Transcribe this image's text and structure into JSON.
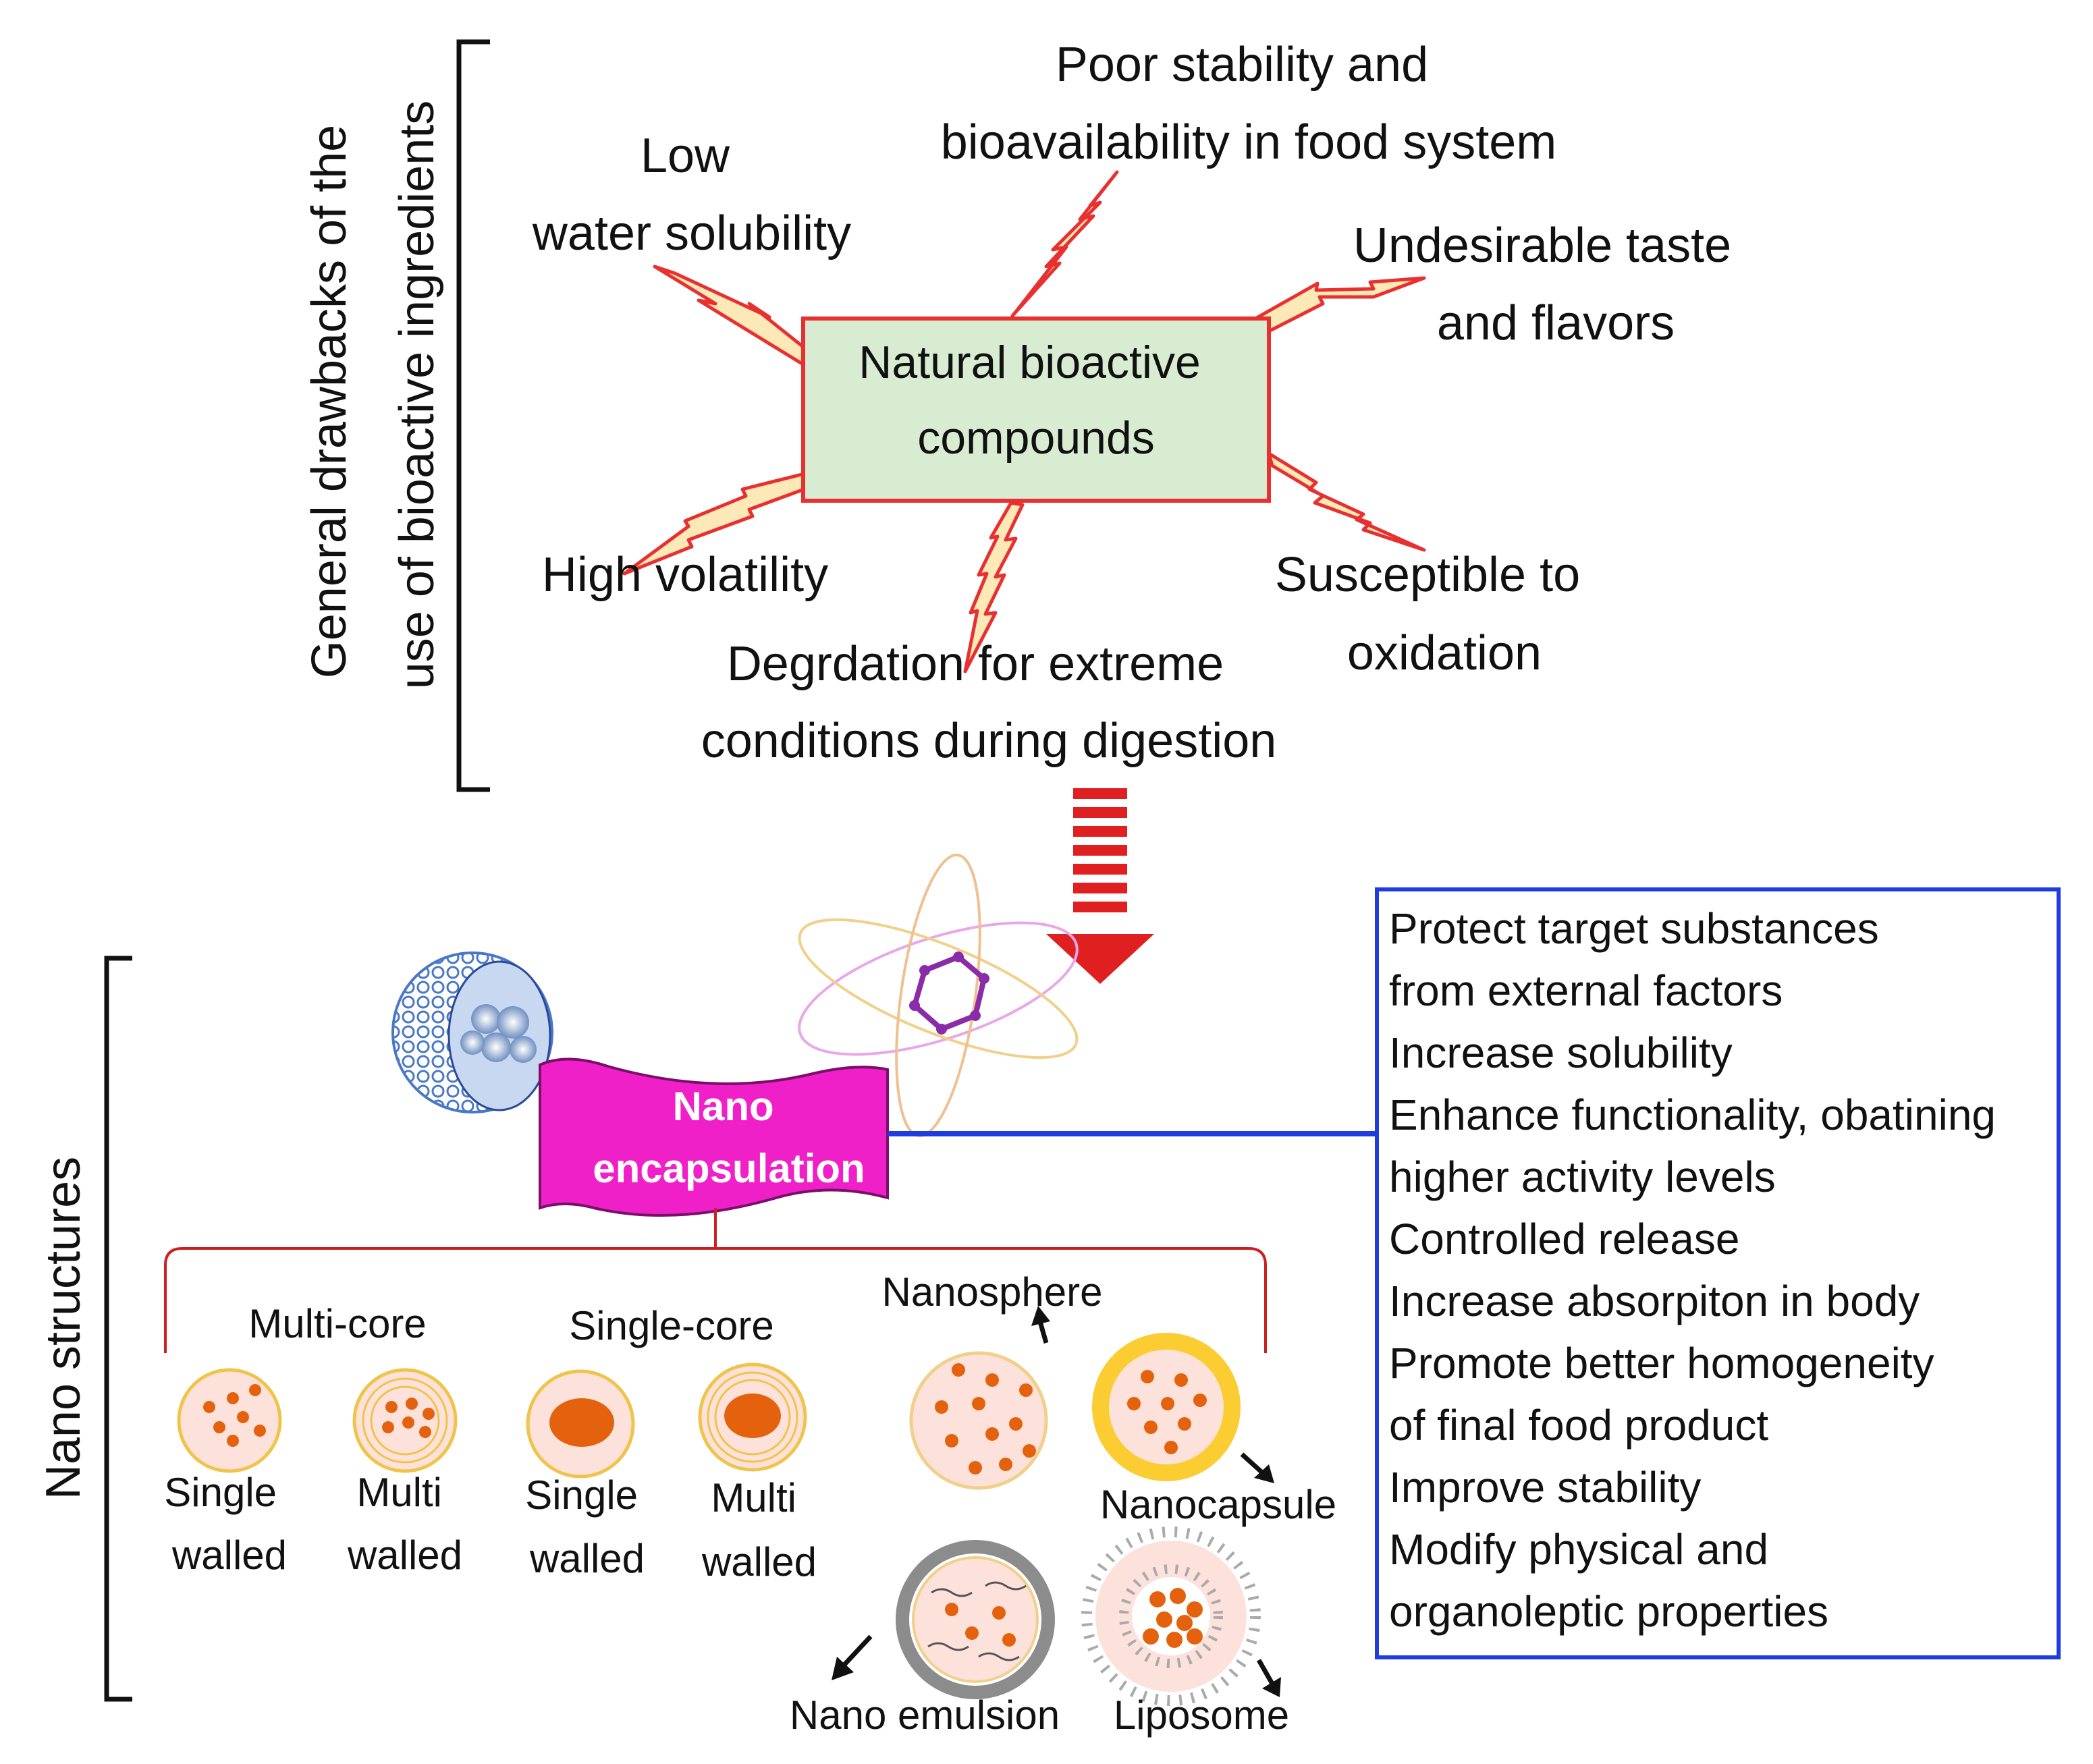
{
  "side_labels": {
    "drawbacks_line1": "General drawbacks of the",
    "drawbacks_line2": "use of bioactive ingredients",
    "nano_structures": "Nano structures"
  },
  "center": {
    "line1": "Natural bioactive",
    "line2": "compounds"
  },
  "drawbacks": {
    "low_solubility": [
      "Low",
      "water solubility"
    ],
    "poor_stability": [
      "Poor stability and",
      "bioavailability in food system"
    ],
    "taste": [
      "Undesirable taste",
      "and flavors"
    ],
    "volatility": [
      "High volatility"
    ],
    "oxidation": [
      "Susceptible to",
      "oxidation"
    ],
    "degradation": [
      "Degrdation for extreme",
      "conditions during digestion"
    ]
  },
  "nano_banner": {
    "line1": "Nano",
    "line2": "encapsulation"
  },
  "structures": {
    "multi_core": "Multi-core",
    "single_core": "Single-core",
    "nanosphere": "Nanosphere",
    "nanocapsule": "Nanocapsule",
    "nano_emulsion": "Nano emulsion",
    "liposome": "Liposome",
    "wall_labels": [
      [
        "Single",
        "walled"
      ],
      [
        "Multi",
        "walled"
      ],
      [
        "Single",
        "walled"
      ],
      [
        "Multi",
        "walled"
      ]
    ]
  },
  "benefits": [
    "Protect target substances",
    "from external factors",
    "Increase solubility",
    "Enhance functionality, obatining",
    "higher activity levels",
    "Controlled release",
    "Increase absorpiton in body",
    "Promote better homogeneity",
    "of final food product",
    "Improve stability",
    "Modify physical and",
    "organoleptic properties"
  ],
  "colors": {
    "banner": "#f020c8",
    "center_box": "#d8ecd2",
    "bolt_stroke": "#e83030",
    "bolt_fill": "#fde9b8",
    "benefit_border": "#1f3ce0",
    "link_line": "#1f3ce0",
    "tree_line": "#cc2020",
    "down_arrow": "#e02020",
    "core": "#e4620e"
  }
}
